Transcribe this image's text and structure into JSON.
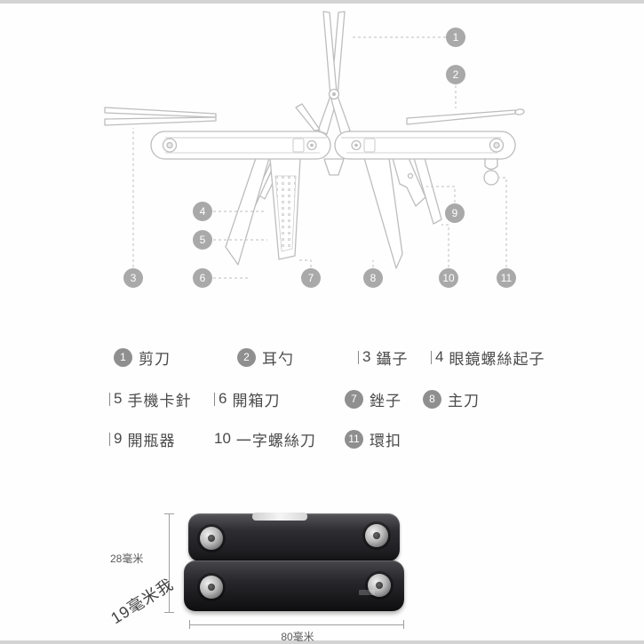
{
  "page": {
    "background": "#fefefe",
    "edge_bar_color": "#d3d3d3"
  },
  "diagram": {
    "line_color": "#bdbdbd",
    "callout_color": "#a9a9a9",
    "callouts": [
      {
        "num": "1",
        "tool": "scissors"
      },
      {
        "num": "2",
        "tool": "ear-pick"
      },
      {
        "num": "3",
        "tool": "tweezers"
      },
      {
        "num": "4",
        "tool": "eyeglass-screwdriver"
      },
      {
        "num": "5",
        "tool": "sim-pin"
      },
      {
        "num": "6",
        "tool": "box-cutter"
      },
      {
        "num": "7",
        "tool": "file"
      },
      {
        "num": "8",
        "tool": "main-knife"
      },
      {
        "num": "9",
        "tool": "bottle-opener"
      },
      {
        "num": "10",
        "tool": "flathead-screwdriver"
      },
      {
        "num": "11",
        "tool": "ring"
      }
    ]
  },
  "legend": {
    "text_color": "#4a4a4a",
    "badge_color": "#8f8f8f",
    "items": [
      {
        "num": "1",
        "label": "剪刀",
        "marker": "circle"
      },
      {
        "num": "2",
        "label": "耳勺",
        "marker": "circle"
      },
      {
        "num": "3",
        "label": "鑷子",
        "marker": "bar"
      },
      {
        "num": "4",
        "label": "眼鏡螺絲起子",
        "marker": "bar"
      },
      {
        "num": "5",
        "label": "手機卡針",
        "marker": "bar"
      },
      {
        "num": "6",
        "label": "開箱刀",
        "marker": "bar"
      },
      {
        "num": "7",
        "label": "銼子",
        "marker": "circle"
      },
      {
        "num": "8",
        "label": "主刀",
        "marker": "circle"
      },
      {
        "num": "9",
        "label": "開瓶器",
        "marker": "bar"
      },
      {
        "num": "10",
        "label": "一字螺絲刀",
        "marker": "plain"
      },
      {
        "num": "11",
        "label": "環扣",
        "marker": "circle"
      }
    ]
  },
  "product": {
    "body_color": "#2c2c2f",
    "screw_color": "#c9c9c9",
    "height_label": "28毫米",
    "width_label": "80毫米",
    "watermark": "19毫米我"
  }
}
